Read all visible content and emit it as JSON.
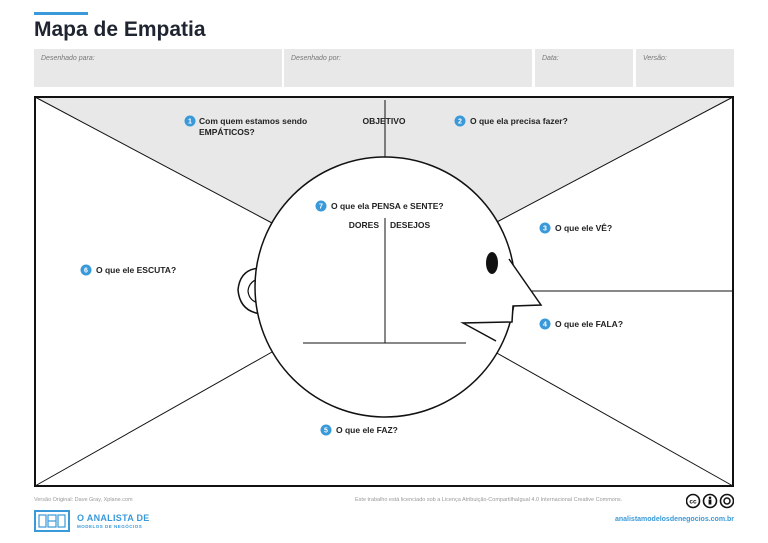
{
  "header": {
    "title": "Mapa de Empatia"
  },
  "fields": {
    "designed_for": "Desenhado para:",
    "designed_by": "Desenhado por:",
    "date": "Data:",
    "version": "Versão:"
  },
  "diagram": {
    "q1_line1": "Com quem estamos sendo",
    "q1_line2": "EMPÁTICOS?",
    "objective": "OBJETIVO",
    "q2": "O que ela precisa fazer?",
    "q3": "O que ele VÊ?",
    "q4": "O que ele FALA?",
    "q5": "O que ele FAZ?",
    "q6": "O que ele ESCUTA?",
    "q7": "O que ela PENSA e SENTE?",
    "pains": "DORES",
    "desires": "DESEJOS",
    "numbers": [
      "1",
      "2",
      "3",
      "4",
      "5",
      "6",
      "7"
    ]
  },
  "colors": {
    "accent": "#3a9ad9",
    "shade": "#e8e8e8",
    "line": "#111111"
  },
  "footer": {
    "original": "Versão Original: Dave Gray, Xplane.com",
    "license": "Este trabalho está licenciado sob a Licença Atribuição-CompartilhaIgual 4.0 Internacional Creative Commons.",
    "logo_line1": "O ANALISTA DE",
    "logo_line2": "MODELOS DE NEGÓCIOS",
    "url": "analistamodelosdenegocios.com.br",
    "icons": [
      "cc-icon",
      "by-icon",
      "sa-icon"
    ]
  }
}
